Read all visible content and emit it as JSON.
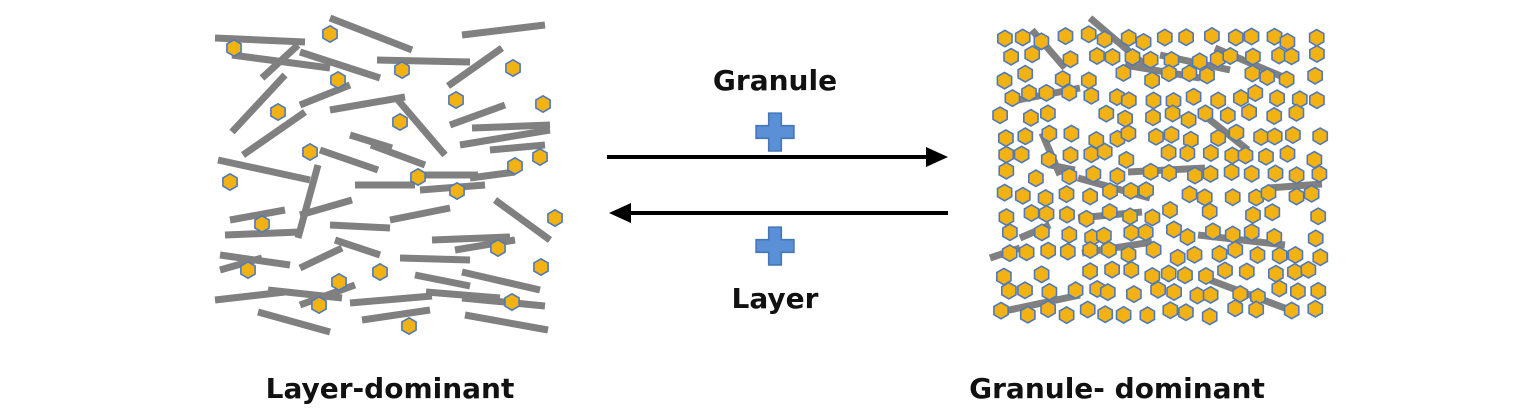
{
  "colors": {
    "rod": "#808080",
    "granule_fill": "#f2b214",
    "granule_stroke": "#4f79b8",
    "plus": "#5b8fd6",
    "plus_stroke": "#4577b5",
    "arrow": "#000000",
    "text": "#111111"
  },
  "left_panel": {
    "label": "Layer-dominant"
  },
  "right_panel": {
    "label": "Granule- dominant"
  },
  "forward": {
    "label": "Granule",
    "plus_icon": "plus-icon"
  },
  "reverse": {
    "label": "Layer",
    "plus_icon": "plus-icon"
  }
}
